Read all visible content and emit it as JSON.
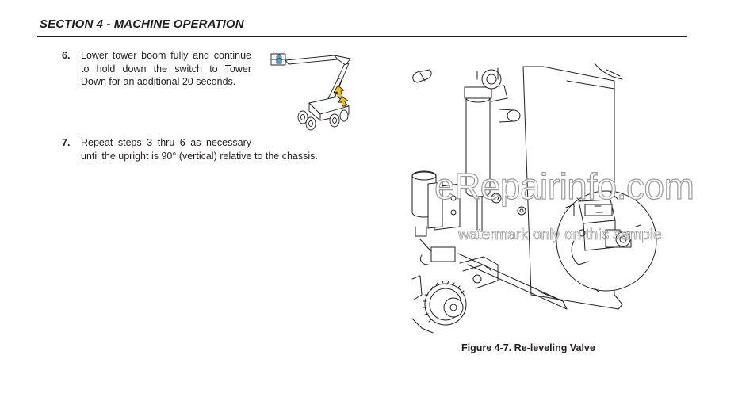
{
  "header": {
    "section_title": "SECTION 4 - MACHINE OPERATION"
  },
  "steps": [
    {
      "number": "6.",
      "lines": [
        "Lower tower boom fully and continue",
        "to hold down the switch to Tower",
        "Down for an additional 20 seconds."
      ]
    },
    {
      "number": "7.",
      "lines": [
        "Repeat steps 3 thru 6 as necessary",
        "until the upright is 90° (vertical) relative to the chassis."
      ]
    }
  ],
  "figure": {
    "caption": "Figure 4-7. Re-leveling Valve"
  },
  "watermark": {
    "main": "eRepairinfo.com",
    "sub": "watermark only on this sample",
    "color": "#9b9b9b"
  },
  "icons": [
    "boom-lift-machine-icon",
    "releveling-valve-illustration"
  ]
}
